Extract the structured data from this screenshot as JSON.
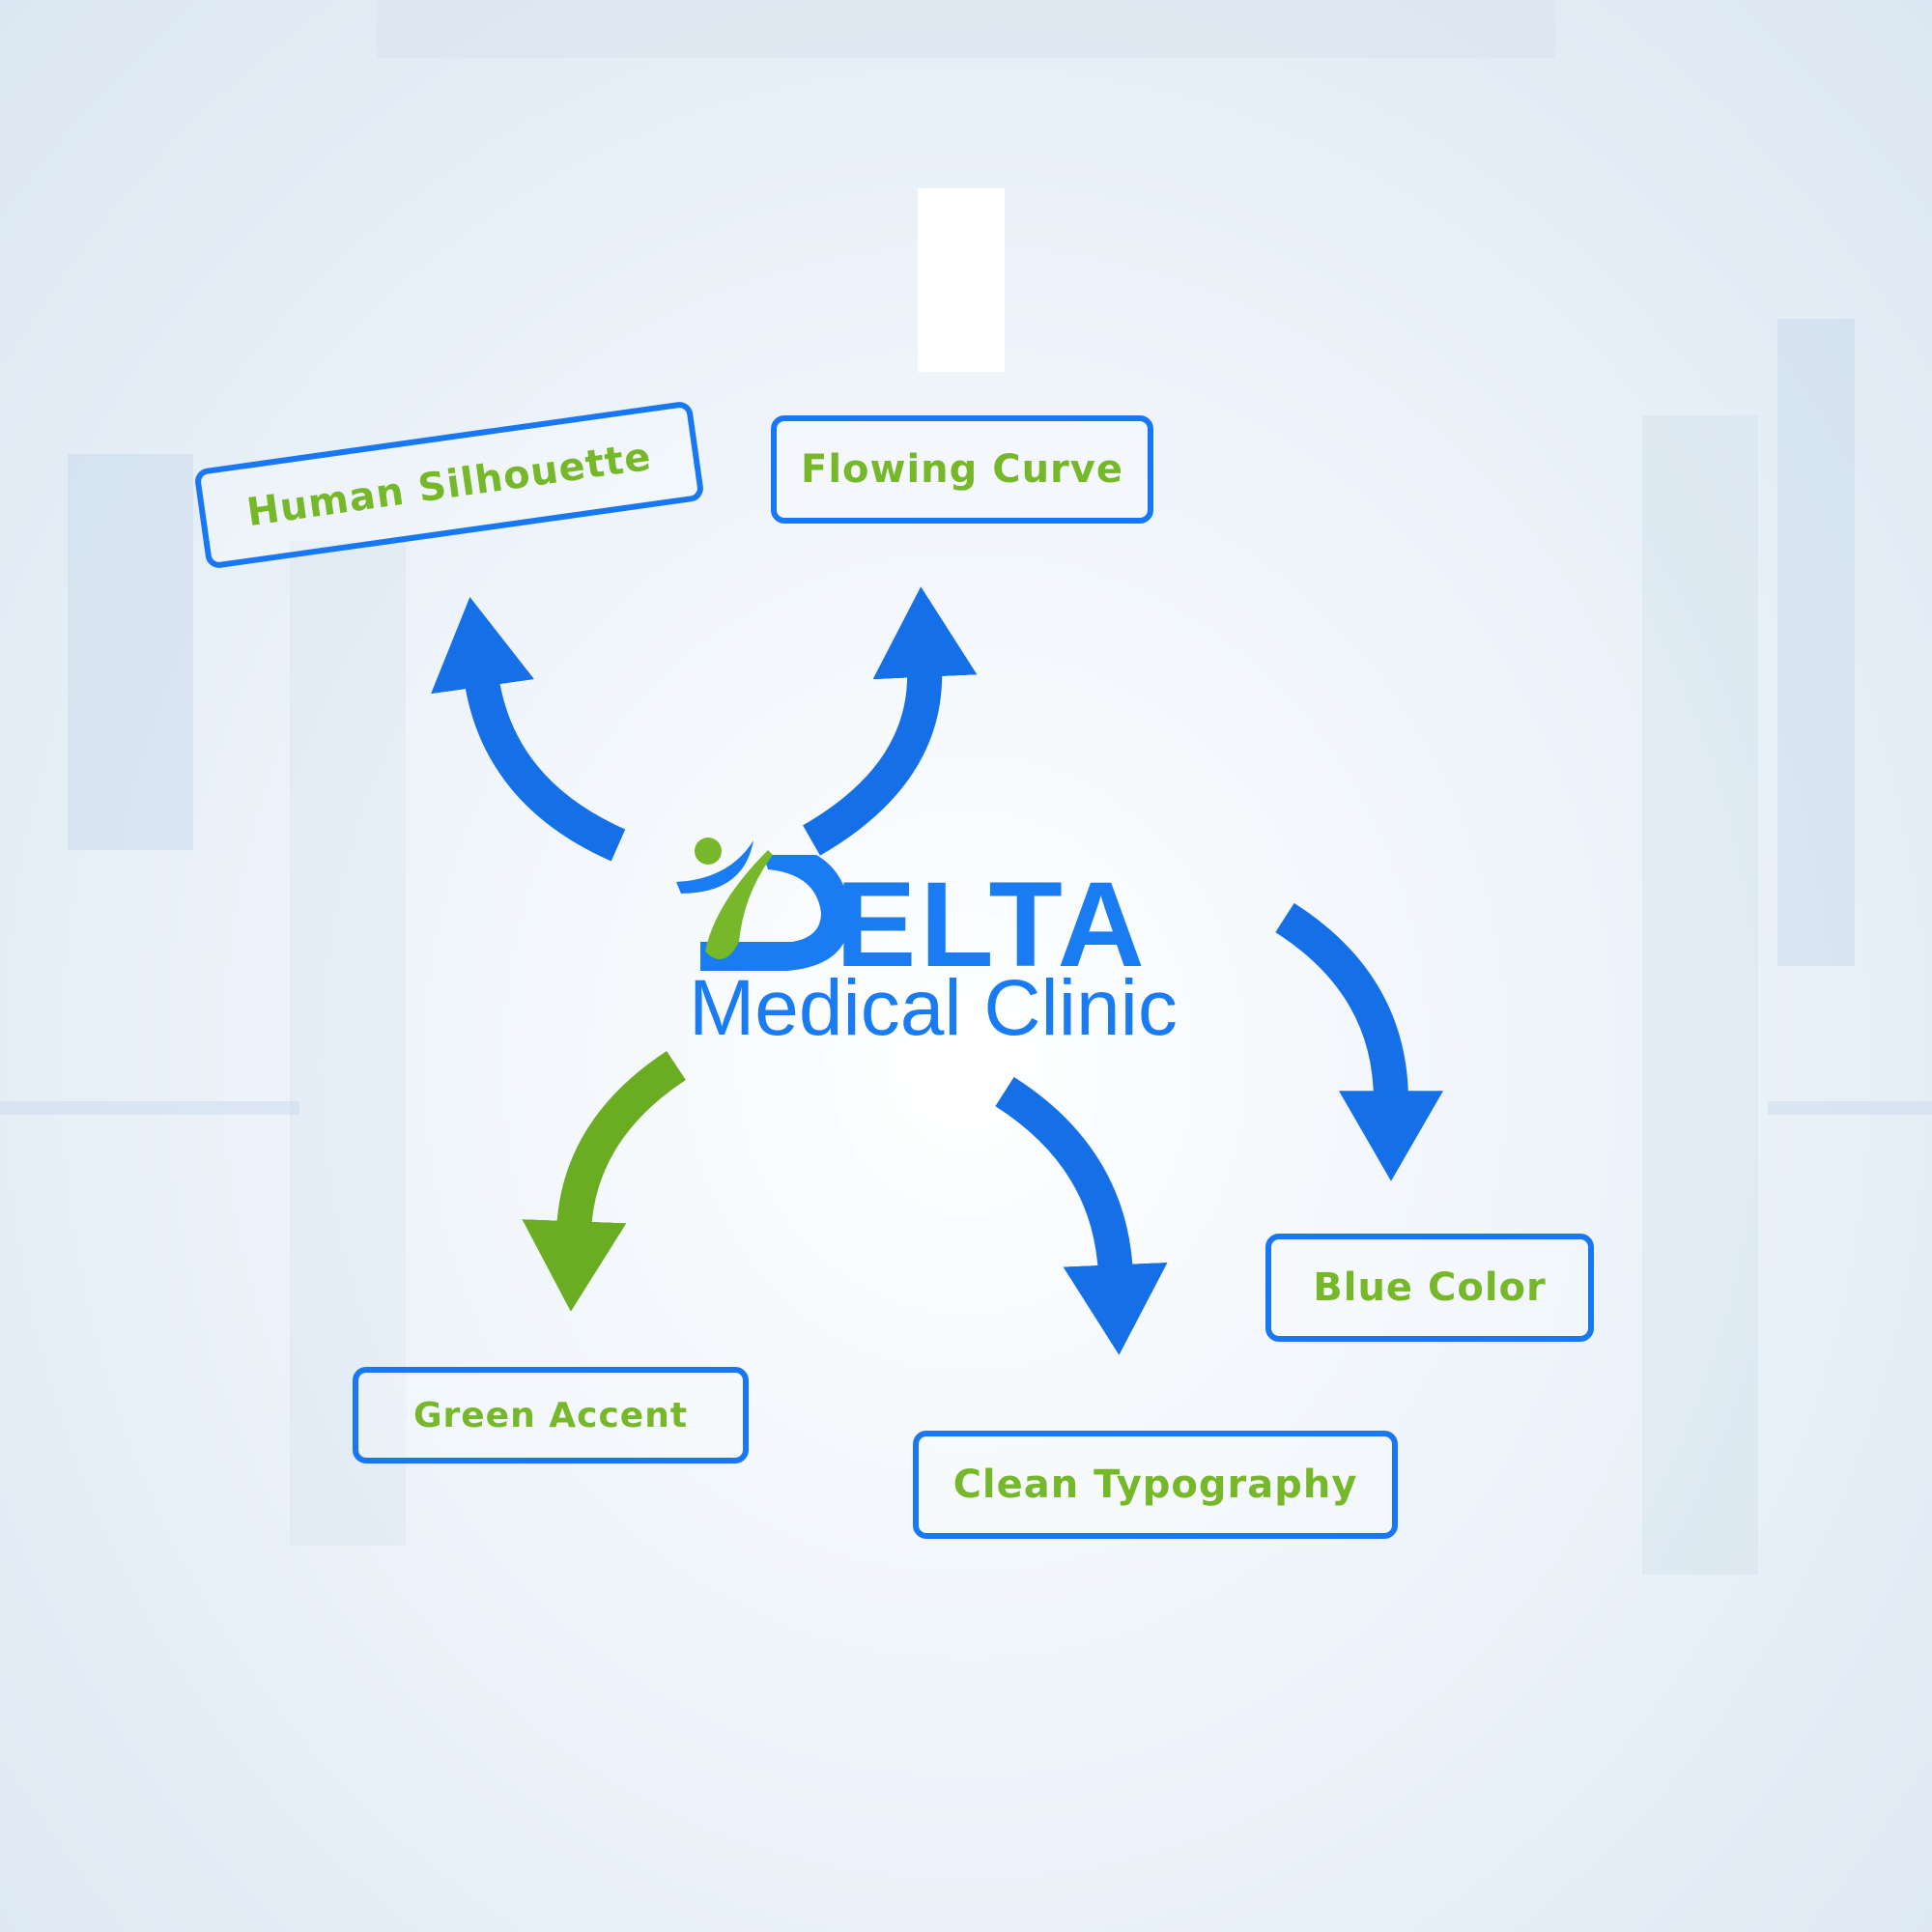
{
  "labels": {
    "human_silhouette": "Human Silhouette",
    "flowing_curve": "Flowing Curve",
    "blue_color": "Blue Color",
    "green_accent": "Green Accent",
    "clean_typography": "Clean Typography"
  },
  "logo": {
    "name": "DELTA",
    "name_rest": "ELTA",
    "subtitle": "Medical Clinic"
  },
  "colors": {
    "blue": "#1877f2",
    "green": "#76b82a"
  }
}
